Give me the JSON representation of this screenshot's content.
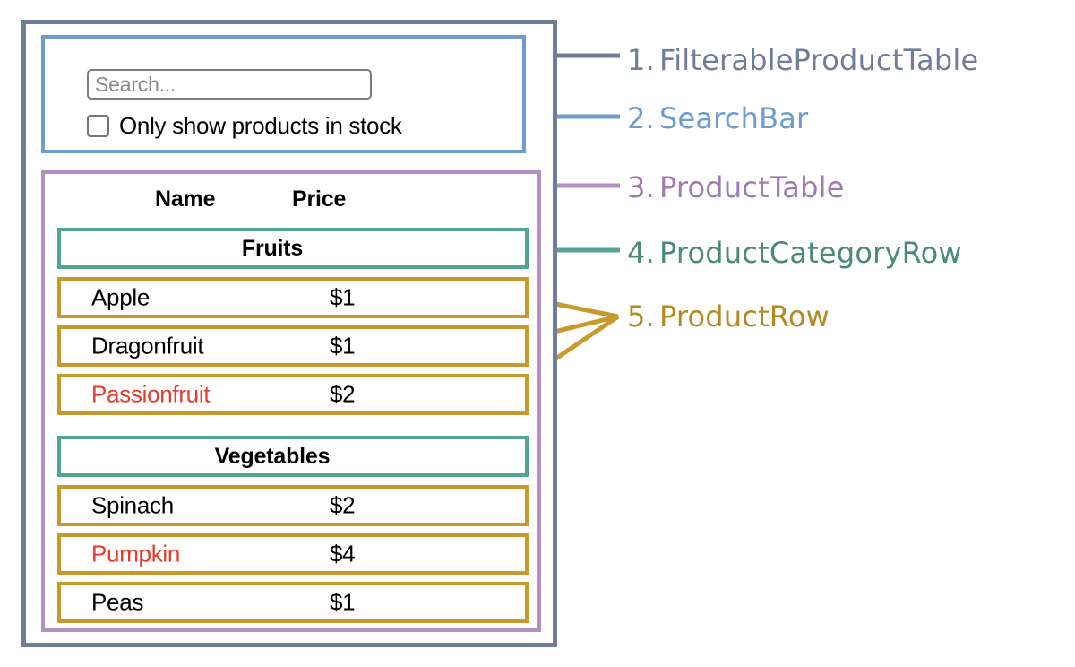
{
  "diagram": {
    "title_implicit": "React component breakdown of a filterable product table",
    "colors": {
      "filterable_product_table": "#6f7d9b",
      "search_bar": "#6e9bd1",
      "product_table": "#b58ec4",
      "product_category_row": "#52a496",
      "product_row": "#c89a2b",
      "out_of_stock_text": "#e8392a",
      "text": "#000000",
      "placeholder": "#8a8a8a"
    }
  },
  "search_bar": {
    "input": {
      "value": "",
      "placeholder": "Search..."
    },
    "checkbox": {
      "label": "Only show products in stock",
      "checked": false
    }
  },
  "product_table": {
    "headers": {
      "name": "Name",
      "price": "Price"
    },
    "groups": [
      {
        "category": "Fruits",
        "products": [
          {
            "name": "Apple",
            "price": "$1",
            "stocked": true
          },
          {
            "name": "Dragonfruit",
            "price": "$1",
            "stocked": true
          },
          {
            "name": "Passionfruit",
            "price": "$2",
            "stocked": false
          }
        ]
      },
      {
        "category": "Vegetables",
        "products": [
          {
            "name": "Spinach",
            "price": "$2",
            "stocked": true
          },
          {
            "name": "Pumpkin",
            "price": "$4",
            "stocked": false
          },
          {
            "name": "Peas",
            "price": "$1",
            "stocked": true
          }
        ]
      }
    ]
  },
  "legend": {
    "items": [
      {
        "num": "1.",
        "label": "FilterableProductTable"
      },
      {
        "num": "2.",
        "label": "SearchBar"
      },
      {
        "num": "3.",
        "label": "ProductTable"
      },
      {
        "num": "4.",
        "label": "ProductCategoryRow"
      },
      {
        "num": "5.",
        "label": "ProductRow"
      }
    ]
  }
}
